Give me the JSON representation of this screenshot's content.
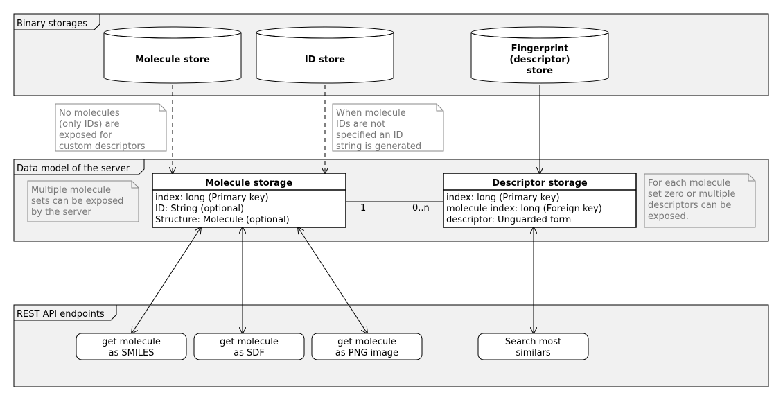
{
  "packages": {
    "binary": "Binary storages",
    "datamodel": "Data model of the server",
    "rest": "REST API endpoints"
  },
  "stores": {
    "molecule": [
      "Molecule store"
    ],
    "id": [
      "ID store"
    ],
    "fingerprint": [
      "Fingerprint",
      "(descriptor)",
      "store"
    ]
  },
  "notes": {
    "no_molecules": [
      "No molecules",
      "(only IDs) are",
      "exposed for",
      "custom descriptors"
    ],
    "id_generated": [
      "When molecule",
      "IDs are not",
      "specified an ID",
      "string is generated"
    ],
    "multiple_sets": [
      "Multiple molecule",
      "sets can be exposed",
      "by the server"
    ],
    "each_set": [
      "For each molecule",
      "set zero or multiple",
      "descriptors can be",
      "exposed."
    ]
  },
  "classes": {
    "molecule_storage": {
      "title": "Molecule storage",
      "attrs": [
        "index: long (Primary key)",
        "ID: String (optional)",
        "Structure: Molecule (optional)"
      ]
    },
    "descriptor_storage": {
      "title": "Descriptor storage",
      "attrs": [
        "index: long (Primary key)",
        "molecule index: long (Foreign key)",
        "descriptor: Unguarded form"
      ]
    }
  },
  "association": {
    "left_mult": "1",
    "right_mult": "0..n"
  },
  "endpoints": {
    "smiles": [
      "get molecule",
      "as SMILES"
    ],
    "sdf": [
      "get molecule",
      "as SDF"
    ],
    "png": [
      "get molecule",
      "as PNG image"
    ],
    "similars": [
      "Search most",
      "similars"
    ]
  },
  "colors": {
    "package_fill": "#f1f1f1",
    "line": "#000000",
    "note_border": "#888888",
    "note_text": "#777777"
  }
}
